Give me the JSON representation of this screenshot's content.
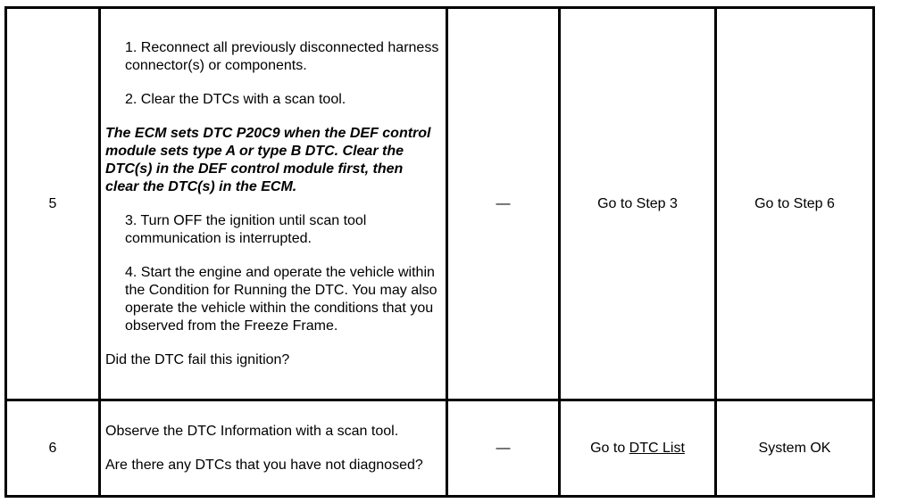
{
  "rows": [
    {
      "step": "5",
      "action": {
        "item1": "1.  Reconnect all previously disconnected harness connector(s) or components.",
        "item2": "2.  Clear the DTCs with a scan tool.",
        "note": "The ECM sets DTC P20C9 when the DEF control module sets type A or type B DTC. Clear the DTC(s) in the DEF control module first, then clear the DTC(s) in the ECM.",
        "item3": "3.  Turn OFF the ignition until scan tool communication is interrupted.",
        "item4": "4.  Start the engine and operate the vehicle within the Condition for Running the DTC. You may also operate the vehicle within the conditions that you observed from the Freeze Frame.",
        "question": "Did the DTC fail this ignition?"
      },
      "value": "—",
      "yes": "Go to Step 3",
      "no": "Go to Step 6"
    },
    {
      "step": "6",
      "action": {
        "instruction": "Observe the DTC Information with a scan tool.",
        "question": "Are there any DTCs that you have not diagnosed?"
      },
      "value": "—",
      "yes_prefix": "Go to ",
      "yes_link": "DTC List",
      "no": "System OK"
    }
  ]
}
